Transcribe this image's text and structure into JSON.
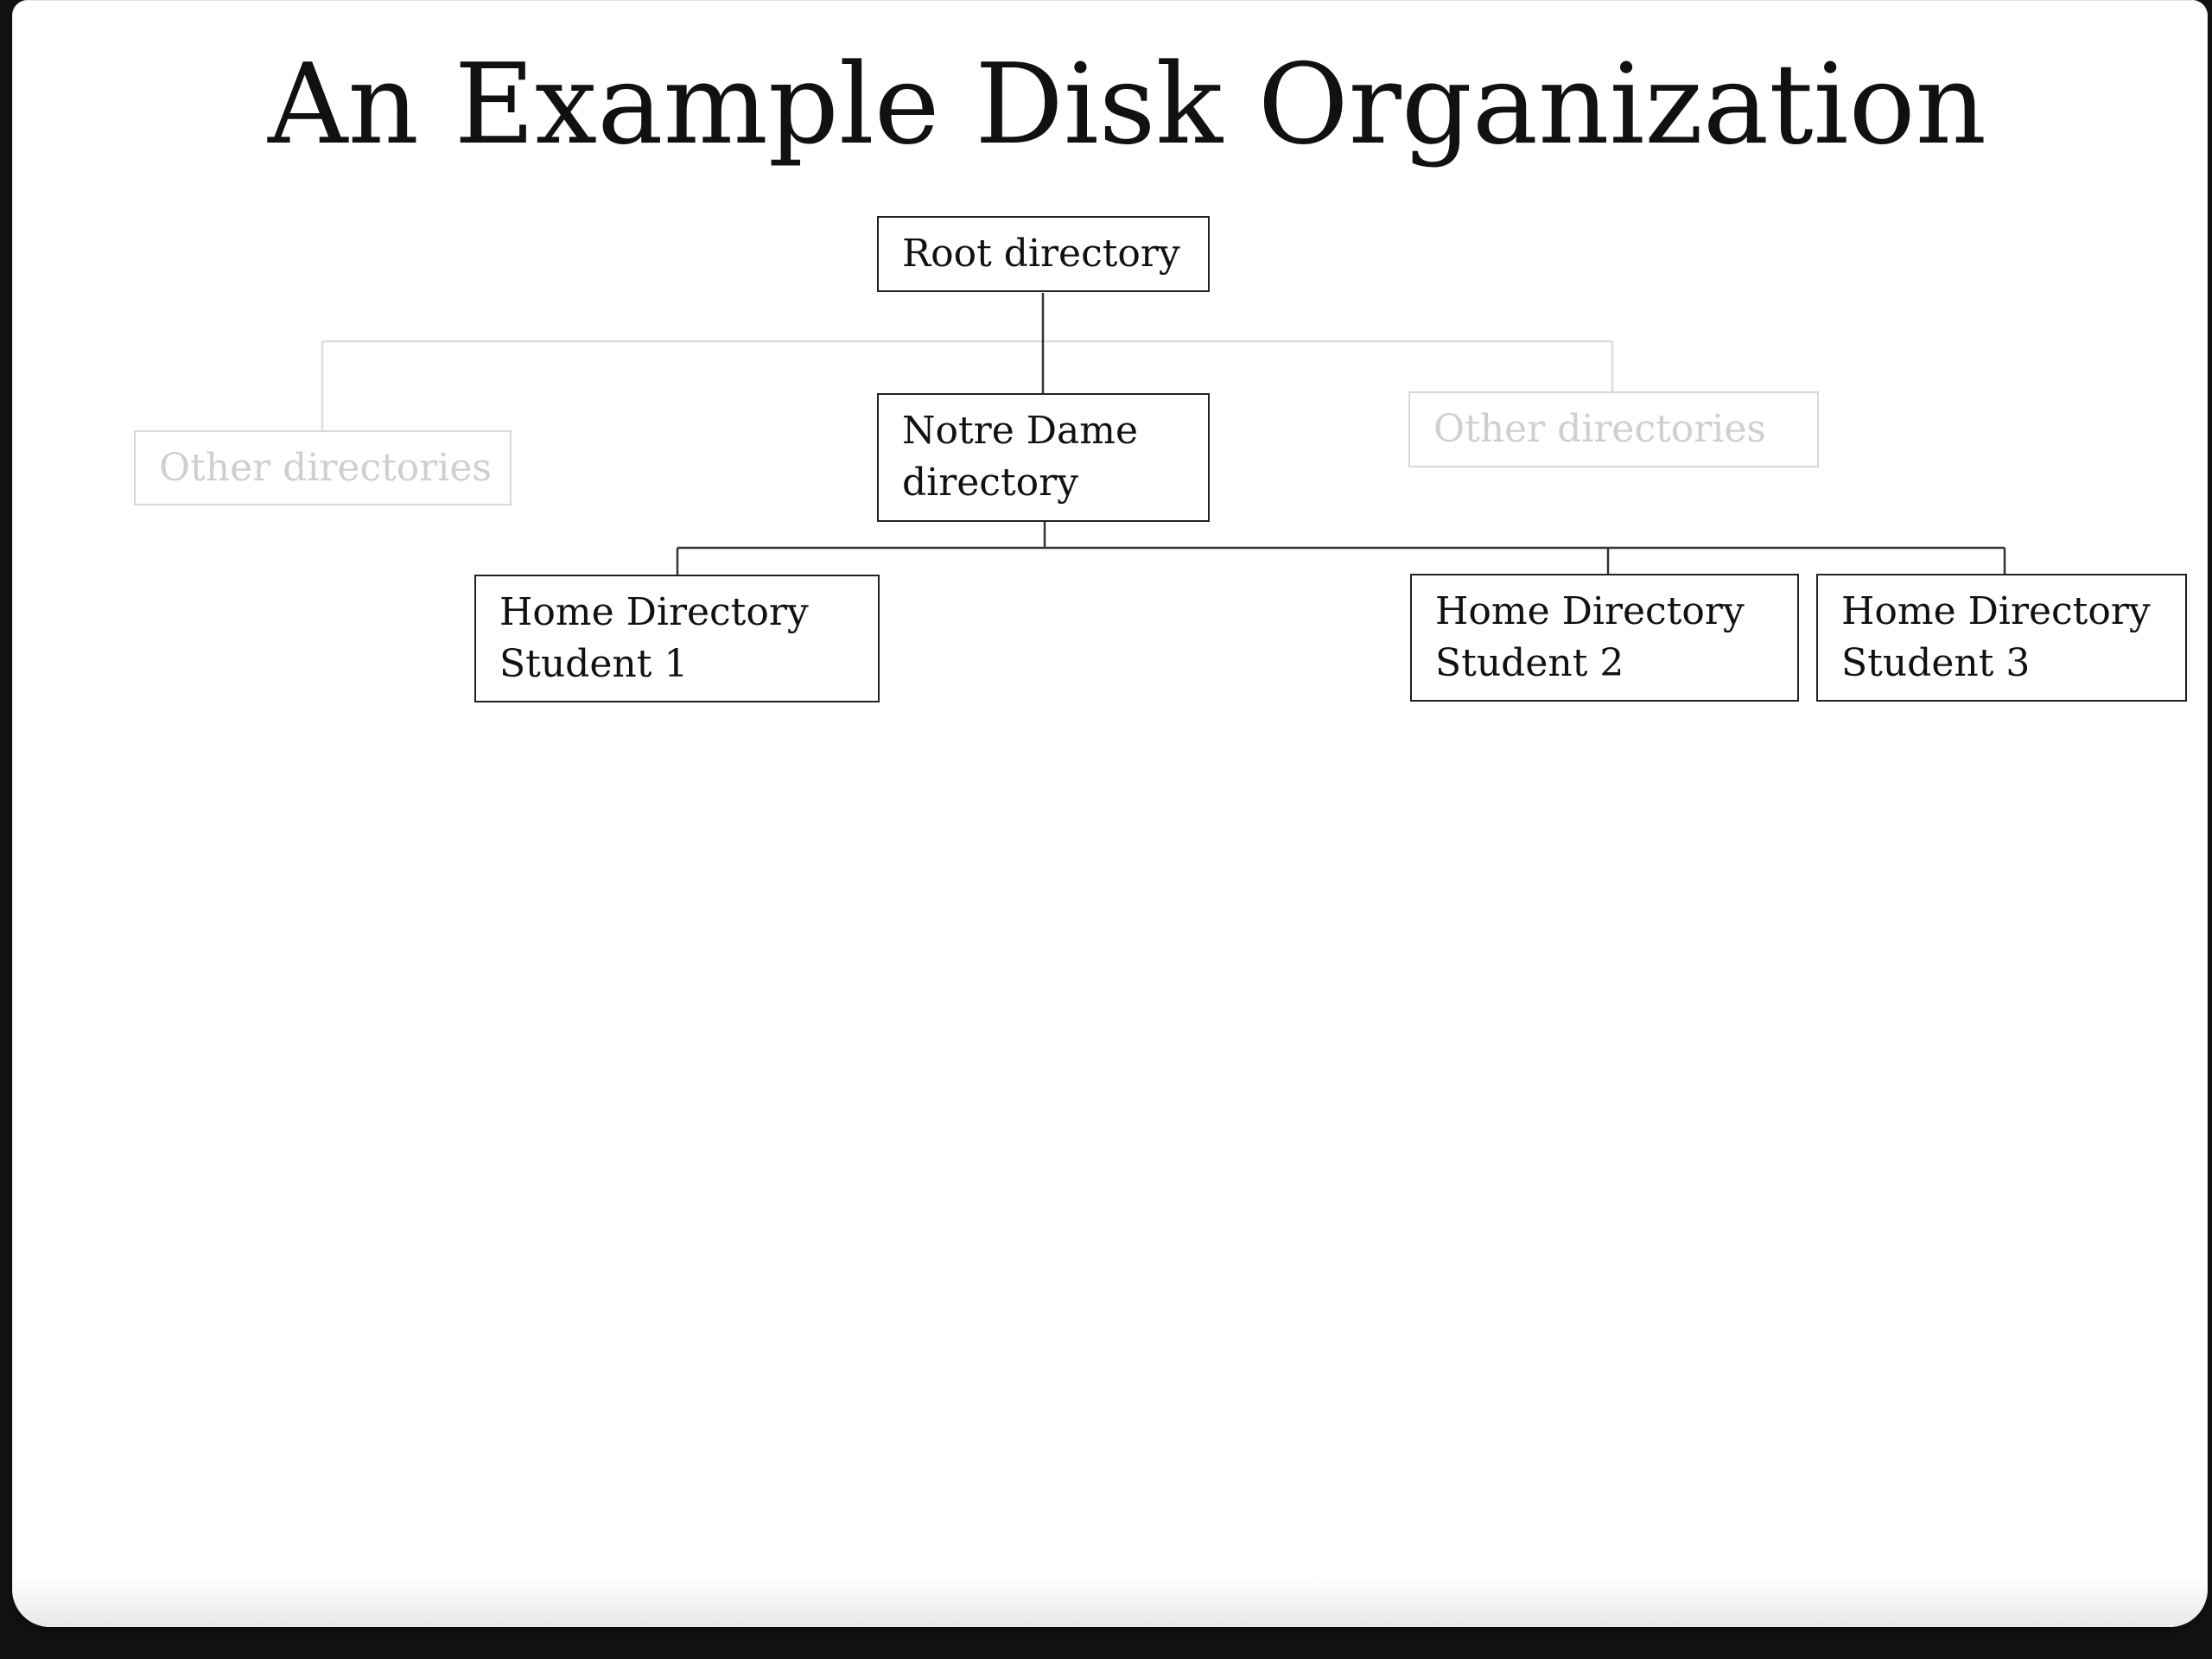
{
  "slide": {
    "title": "An Example Disk Organization"
  },
  "diagram": {
    "nodes": {
      "root": {
        "label": "Root directory"
      },
      "other_left": {
        "label": "Other directories"
      },
      "notre_dame": {
        "label": "Notre Dame\ndirectory"
      },
      "other_right": {
        "label": "Other directories"
      },
      "student1": {
        "label": "Home Directory\nStudent 1"
      },
      "student2": {
        "label": "Home Directory\nStudent 2"
      },
      "student3": {
        "label": "Home Directory\nStudent 3"
      }
    },
    "edges": [
      {
        "from": "Root directory",
        "to": "Other directories (left)"
      },
      {
        "from": "Root directory",
        "to": "Notre Dame directory"
      },
      {
        "from": "Root directory",
        "to": "Other directories (right)"
      },
      {
        "from": "Notre Dame directory",
        "to": "Home Directory Student 1"
      },
      {
        "from": "Notre Dame directory",
        "to": "Home Directory Student 2"
      },
      {
        "from": "Notre Dame directory",
        "to": "Home Directory Student 3"
      }
    ],
    "colors": {
      "active_border": "#222222",
      "faded_border": "#d8d8d8",
      "faded_text": "#cfcfcf",
      "faded_line": "#dddddd"
    }
  }
}
